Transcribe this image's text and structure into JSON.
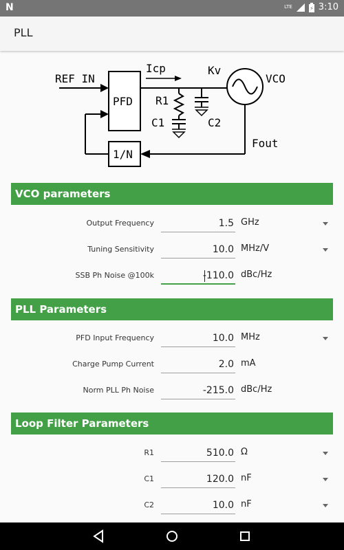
{
  "status_bar": {
    "left_icon": "notification-n-icon",
    "network": "LTE",
    "time": "3:10"
  },
  "app_bar": {
    "title": "PLL"
  },
  "diagram": {
    "ref_in": "REF IN",
    "pfd": "PFD",
    "icp": "Icp",
    "kv": "Kv",
    "vco": "VCO",
    "r1": "R1",
    "c1": "C1",
    "c2": "C2",
    "fout": "Fout",
    "divider": "1/N"
  },
  "sections": {
    "vco": {
      "title": "VCO parameters",
      "rows": [
        {
          "label": "Output Frequency",
          "value": "1.5",
          "unit": "GHz",
          "dropdown": true
        },
        {
          "label": "Tuning Sensitivity",
          "value": "10.0",
          "unit": "MHz/V",
          "dropdown": true
        },
        {
          "label": "SSB Ph Noise @100k",
          "value": "-110.0",
          "unit": "dBc/Hz",
          "dropdown": false
        }
      ]
    },
    "pll": {
      "title": "PLL Parameters",
      "rows": [
        {
          "label": "PFD Input Frequency",
          "value": "10.0",
          "unit": "MHz",
          "dropdown": true
        },
        {
          "label": "Charge Pump Current",
          "value": "2.0",
          "unit": "mA",
          "dropdown": false
        },
        {
          "label": "Norm PLL Ph Noise",
          "value": "-215.0",
          "unit": "dBc/Hz",
          "dropdown": false
        }
      ]
    },
    "loop": {
      "title": "Loop Filter Parameters",
      "rows": [
        {
          "label": "R1",
          "value": "510.0",
          "unit": "Ω",
          "dropdown": true
        },
        {
          "label": "C1",
          "value": "120.0",
          "unit": "nF",
          "dropdown": true
        },
        {
          "label": "C2",
          "value": "10.0",
          "unit": "nF",
          "dropdown": true
        }
      ]
    }
  },
  "nav_bar": {
    "back": "back-icon",
    "home": "home-icon",
    "recents": "recents-icon"
  },
  "colors": {
    "accent": "#43a047",
    "status_bar": "#757575",
    "nav_bar": "#000000"
  }
}
